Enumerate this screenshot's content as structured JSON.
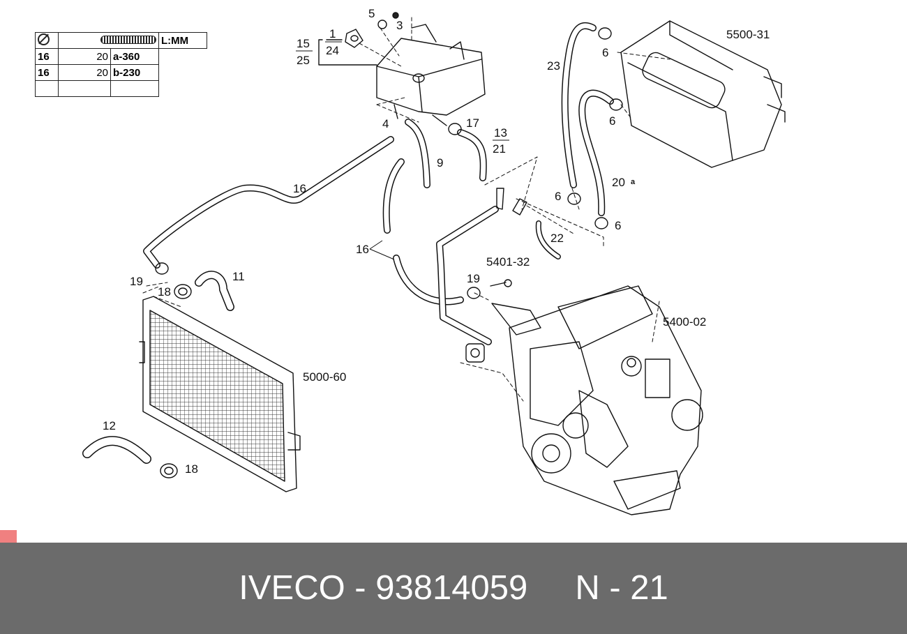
{
  "spec_table": {
    "header": {
      "col3": "L:MM"
    },
    "rows": [
      {
        "diameter": "16",
        "qty": "20",
        "length": "a-360"
      },
      {
        "diameter": "16",
        "qty": "20",
        "length": "b-230"
      },
      {
        "diameter": "",
        "qty": "",
        "length": ""
      }
    ]
  },
  "part_labels": {
    "p1": "1",
    "p24": "24",
    "p15": "15",
    "p25": "25",
    "p5": "5",
    "p3": "3",
    "p4": "4",
    "p9": "9",
    "p17": "17",
    "p13": "13",
    "p21": "21",
    "p16a": "16",
    "p16b": "16",
    "p19a": "19",
    "p18a": "18",
    "p11": "11",
    "p19b": "19",
    "p12": "12",
    "p18b": "18",
    "p23": "23",
    "p6a": "6",
    "p6b": "6",
    "p6c": "6",
    "p6d": "6",
    "p20": "20",
    "p20_marker": "a",
    "p22": "22",
    "g5500_31": "5500-31",
    "g5401_32": "5401-32",
    "g5400_02": "5400-02",
    "g5000_60": "5000-60"
  },
  "footer": {
    "text": "IVECO - 93814059     N - 21"
  },
  "colors": {
    "footer_bg": "#6b6b6b",
    "marker": "#f08080",
    "line": "#111111"
  }
}
